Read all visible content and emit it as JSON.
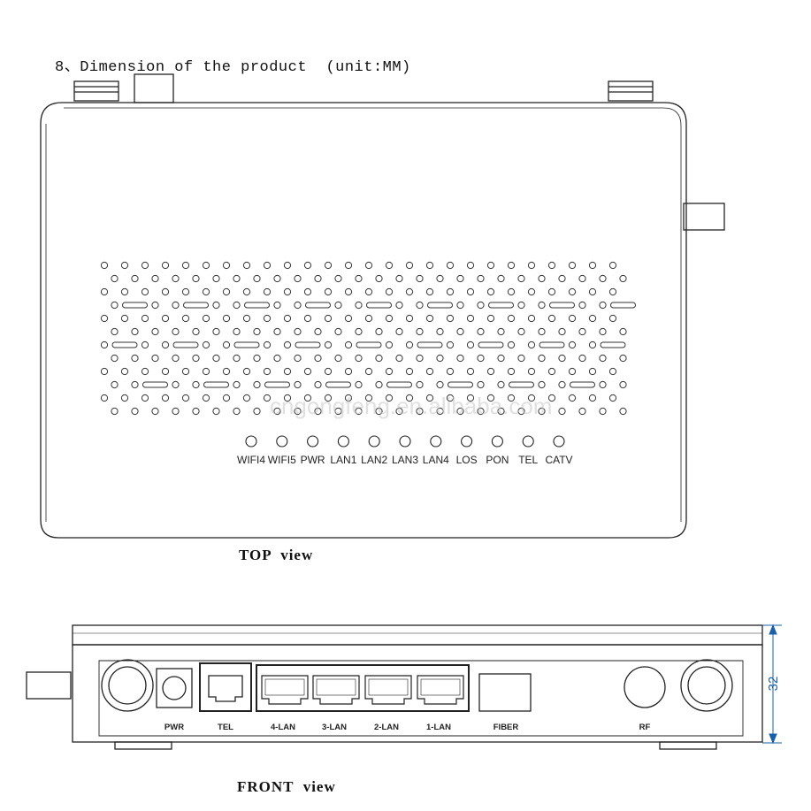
{
  "heading": "8、Dimension of the product  (unit:MM)",
  "top_view": {
    "caption": "TOP  view",
    "watermark": "cngongfeng.en.alibaba.com",
    "leds": [
      "WIFI4",
      "WIFI5",
      "PWR",
      "LAN1",
      "LAN2",
      "LAN3",
      "LAN4",
      "LOS",
      "PON",
      "TEL",
      "CATV"
    ]
  },
  "front_view": {
    "caption": "FRONT  view",
    "ports": [
      "PWR",
      "TEL",
      "4-LAN",
      "3-LAN",
      "2-LAN",
      "1-LAN",
      "FIBER",
      "RF"
    ],
    "height_dimension": "32"
  },
  "colors": {
    "line": "#222222",
    "dimension": "#1a5fa8"
  }
}
